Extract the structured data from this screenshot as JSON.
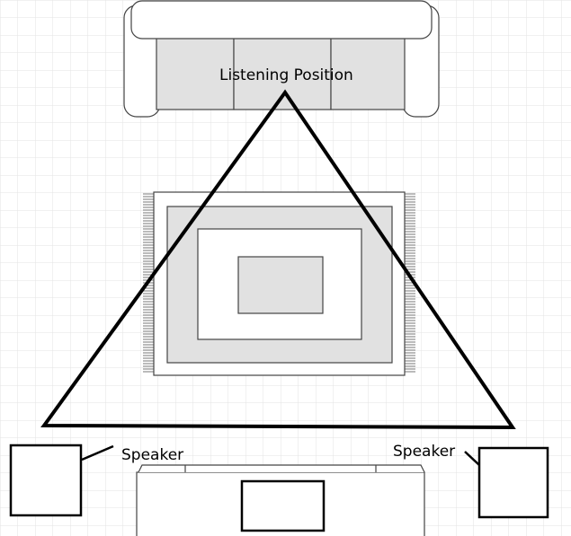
{
  "labels": {
    "listening_position": "Listening Position",
    "speaker_left": "Speaker",
    "speaker_right": "Speaker"
  },
  "colors": {
    "background": "#ffffff",
    "grid": "#e3e3e3",
    "line": "#000000",
    "fill_gray": "#e1e1e1",
    "outline": "#444444"
  },
  "icons": {
    "sofa": "sofa-icon",
    "rug": "rug-icon",
    "tv_stand": "tv-stand-icon",
    "speaker": "speaker-icon"
  }
}
